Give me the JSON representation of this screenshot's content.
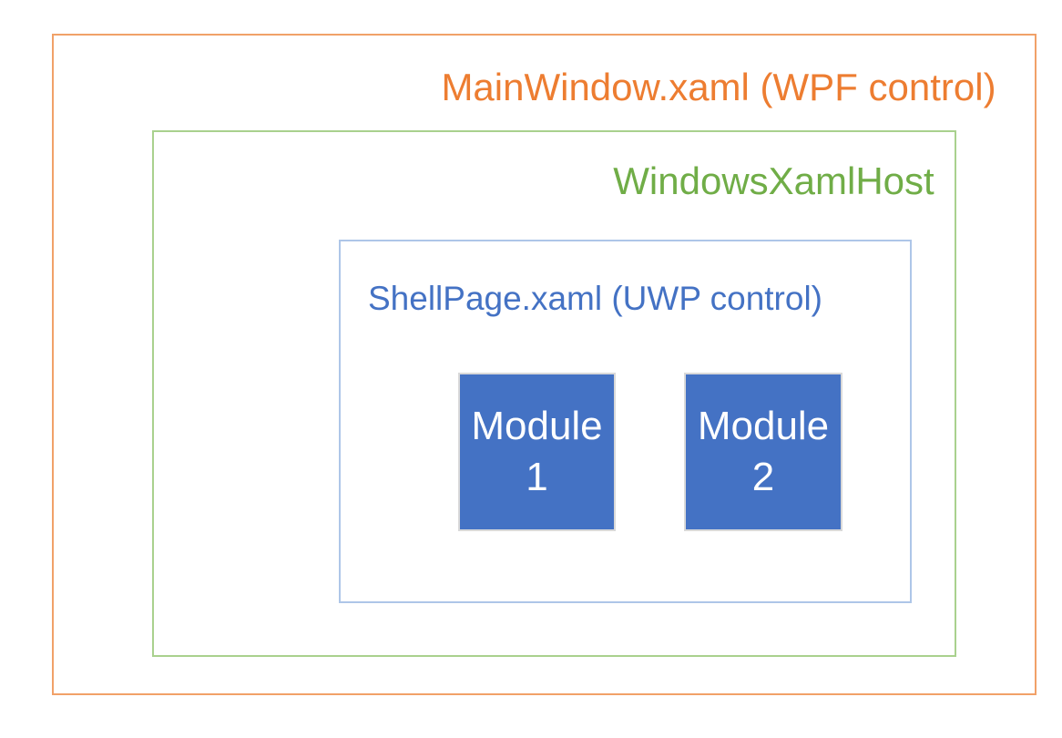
{
  "diagram": {
    "outer_box": {
      "label": "MainWindow.xaml (WPF control)",
      "text_color": "#ED7D31",
      "border_color": "#F1A168"
    },
    "host_box": {
      "label": "WindowsXamlHost",
      "text_color": "#70AD47",
      "border_color": "#A9D18E"
    },
    "shell_box": {
      "label": "ShellPage.xaml (UWP control)",
      "text_color": "#4472C4",
      "border_color": "#AEC6E8"
    },
    "modules": [
      {
        "line1": "Module",
        "line2": "1",
        "fill_color": "#4472C4",
        "text_color": "#FFFFFF",
        "border_color": "#D9D9D9"
      },
      {
        "line1": "Module",
        "line2": "2",
        "fill_color": "#4472C4",
        "text_color": "#FFFFFF",
        "border_color": "#D9D9D9"
      }
    ]
  }
}
